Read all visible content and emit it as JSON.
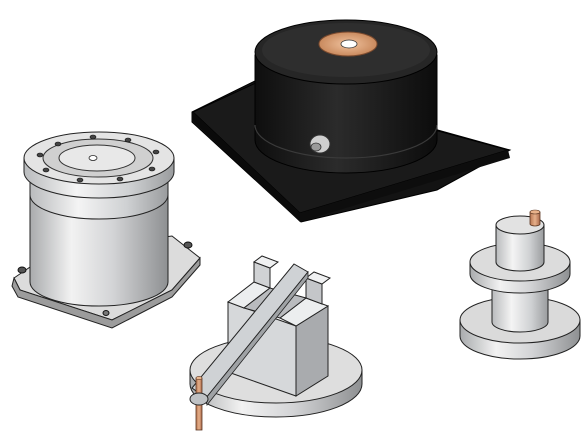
{
  "scene": {
    "background": "#ffffff",
    "objects": [
      {
        "id": "black-cylinder-on-square-plate",
        "body_color": "#1c1c1c",
        "plate_color": "#141414",
        "top_disc_color": "#d29a6a"
      },
      {
        "id": "flanged-cylinder-on-base-plate",
        "body_color": "#cfcfcf",
        "plate_color": "#d8d8d8"
      },
      {
        "id": "pivot-arm-on-disc",
        "body_color": "#cdd0d3",
        "rod_color": "#c98a62"
      },
      {
        "id": "spool-with-hub",
        "body_color": "#d2d2d2",
        "hub_color": "#c08a68"
      }
    ]
  }
}
